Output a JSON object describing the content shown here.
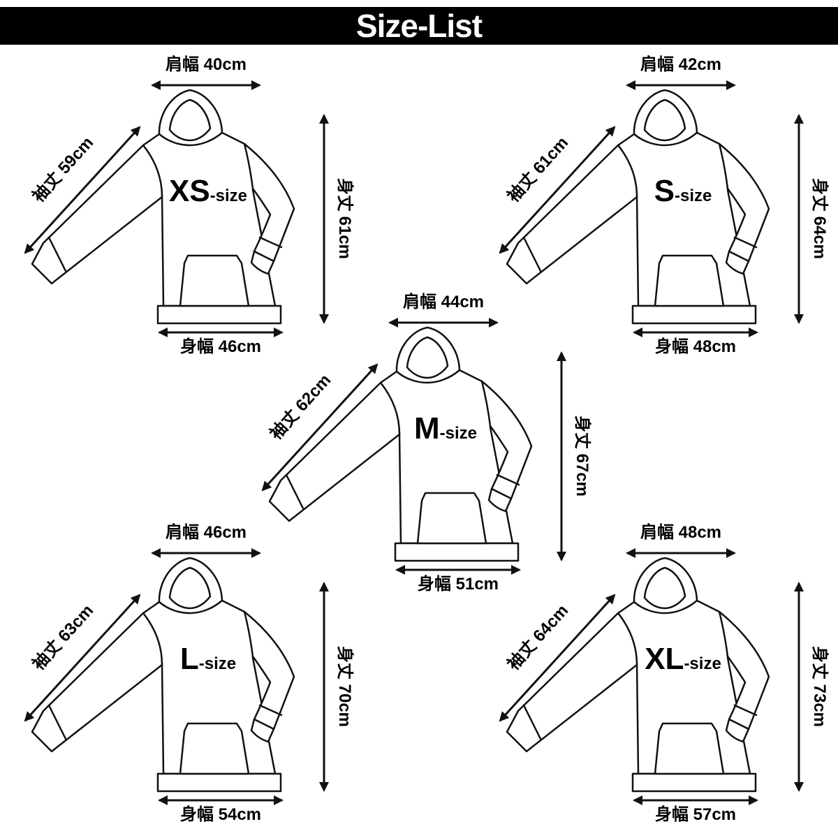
{
  "title": "Size-List",
  "colors": {
    "header_bg": "#000000",
    "header_text": "#ffffff",
    "line_color": "#111111"
  },
  "sizes": [
    {
      "name": "XS",
      "suffix": "-size",
      "shoulder": "肩幅 40cm",
      "sleeve": "袖丈 59cm",
      "length": "身丈 61cm",
      "width": "身幅 46cm"
    },
    {
      "name": "S",
      "suffix": "-size",
      "shoulder": "肩幅 42cm",
      "sleeve": "袖丈 61cm",
      "length": "身丈 64cm",
      "width": "身幅 48cm"
    },
    {
      "name": "M",
      "suffix": "-size",
      "shoulder": "肩幅 44cm",
      "sleeve": "袖丈 62cm",
      "length": "身丈 67cm",
      "width": "身幅 51cm"
    },
    {
      "name": "L",
      "suffix": "-size",
      "shoulder": "肩幅 46cm",
      "sleeve": "袖丈 63cm",
      "length": "身丈 70cm",
      "width": "身幅 54cm"
    },
    {
      "name": "XL",
      "suffix": "-size",
      "shoulder": "肩幅 48cm",
      "sleeve": "袖丈 64cm",
      "length": "身丈 73cm",
      "width": "身幅 57cm"
    }
  ]
}
